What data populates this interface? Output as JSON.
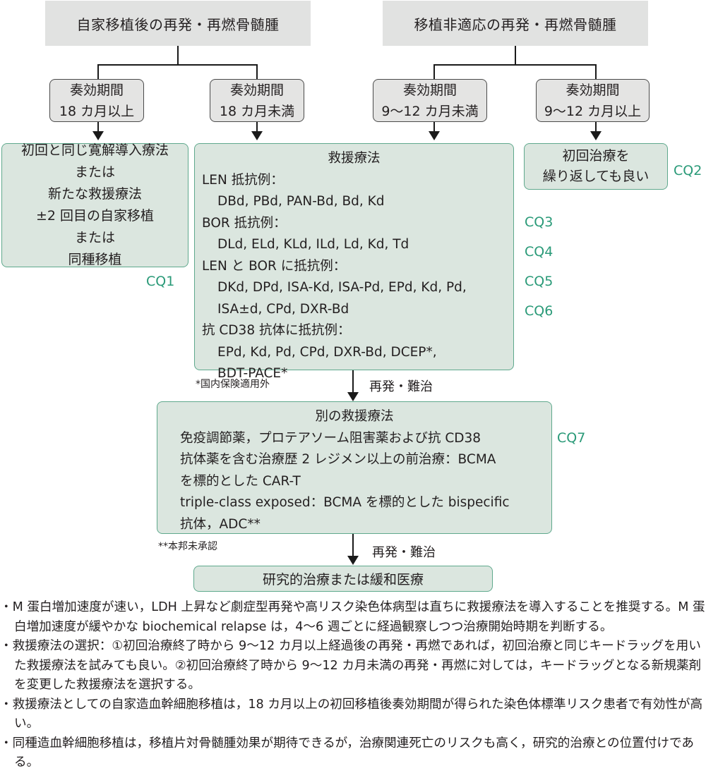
{
  "top_boxes": [
    {
      "label": "自家移植後の再発・再燃骨髄腫"
    },
    {
      "label": "移植非適応の再発・再燃骨髄腫"
    }
  ],
  "period_boxes": [
    {
      "line1": "奏効期間",
      "line2": "18 カ月以上"
    },
    {
      "line1": "奏効期間",
      "line2": "18 カ月未満"
    },
    {
      "line1": "奏効期間",
      "line2": "9〜12 カ月未満"
    },
    {
      "line1": "奏効期間",
      "line2": "9〜12 カ月以上"
    }
  ],
  "left_box": {
    "lines": [
      "初回と同じ寛解導入療法",
      "または",
      "新たな救援療法",
      "±2 回目の自家移植",
      "または",
      "同種移植"
    ]
  },
  "salvage_box": {
    "title": "救援療法",
    "groups": [
      {
        "header": "LEN 抵抗例：",
        "lines": [
          "DBd, PBd, PAN-Bd, Bd, Kd"
        ]
      },
      {
        "header": "BOR 抵抗例：",
        "lines": [
          "DLd, ELd, KLd, ILd, Ld, Kd, Td"
        ]
      },
      {
        "header": "LEN と BOR に抵抗例：",
        "lines": [
          "DKd, DPd, ISA-Kd, ISA-Pd, EPd, Kd, Pd,",
          "ISA±d, CPd, DXR-Bd"
        ]
      },
      {
        "header": "抗 CD38 抗体に抵抗例：",
        "lines": [
          "EPd, Kd, Pd, CPd, DXR-Bd, DCEP*,",
          "BDT-PACE*"
        ]
      }
    ]
  },
  "repeat_box": {
    "lines": [
      "初回治療を",
      "繰り返しても良い"
    ]
  },
  "cq_labels": [
    "CQ1",
    "CQ2",
    "CQ3",
    "CQ4",
    "CQ5",
    "CQ6",
    "CQ7"
  ],
  "footnote_1": "*国内保険適用外",
  "flow_label_1": "再発・難治",
  "other_salvage_box": {
    "title": "別の救援療法",
    "lines": [
      "免疫調節薬，プロテアソーム阻害薬および抗 CD38",
      "抗体薬を含む治療歴 2 レジメン以上の前治療：BCMA",
      "を標的とした CAR-T",
      "triple-class exposed：BCMA を標的とした bispecific",
      "抗体，ADC**"
    ]
  },
  "footnote_2": "**本邦未承認",
  "flow_label_2": "再発・難治",
  "final_box": {
    "label": "研究的治療または緩和医療"
  },
  "notes": [
    "・M 蛋白増加速度が速い，LDH 上昇など劇症型再発や高リスク染色体病型は直ちに救援療法を導入することを推奨する。M 蛋白増加速度が緩やかな biochemical relapse は，4〜6 週ごとに経過観察しつつ治療開始時期を判断する。",
    "・救援療法の選択：①初回治療終了時から 9〜12 カ月以上経過後の再発・再燃であれば，初回治療と同じキードラッグを用いた救援療法を試みても良い。②初回治療終了時から 9〜12 カ月未満の再発・再燃に対しては，キードラッグとなる新規薬剤を変更した救援療法を選択する。",
    "・救援療法としての自家造血幹細胞移植は，18 カ月以上の初回移植後奏効期間が得られた染色体標準リスク患者で有効性が高い。",
    "・同種造血幹細胞移植は，移植片対骨髄腫効果が期待できるが，治療関連死亡のリスクも高く，研究的治療との位置付けである。"
  ],
  "colors": {
    "cq_text": "#2a9a78",
    "green_fill": "#dbe6df",
    "green_border": "#5fa98d",
    "gray_fill": "#e1e2e1"
  }
}
